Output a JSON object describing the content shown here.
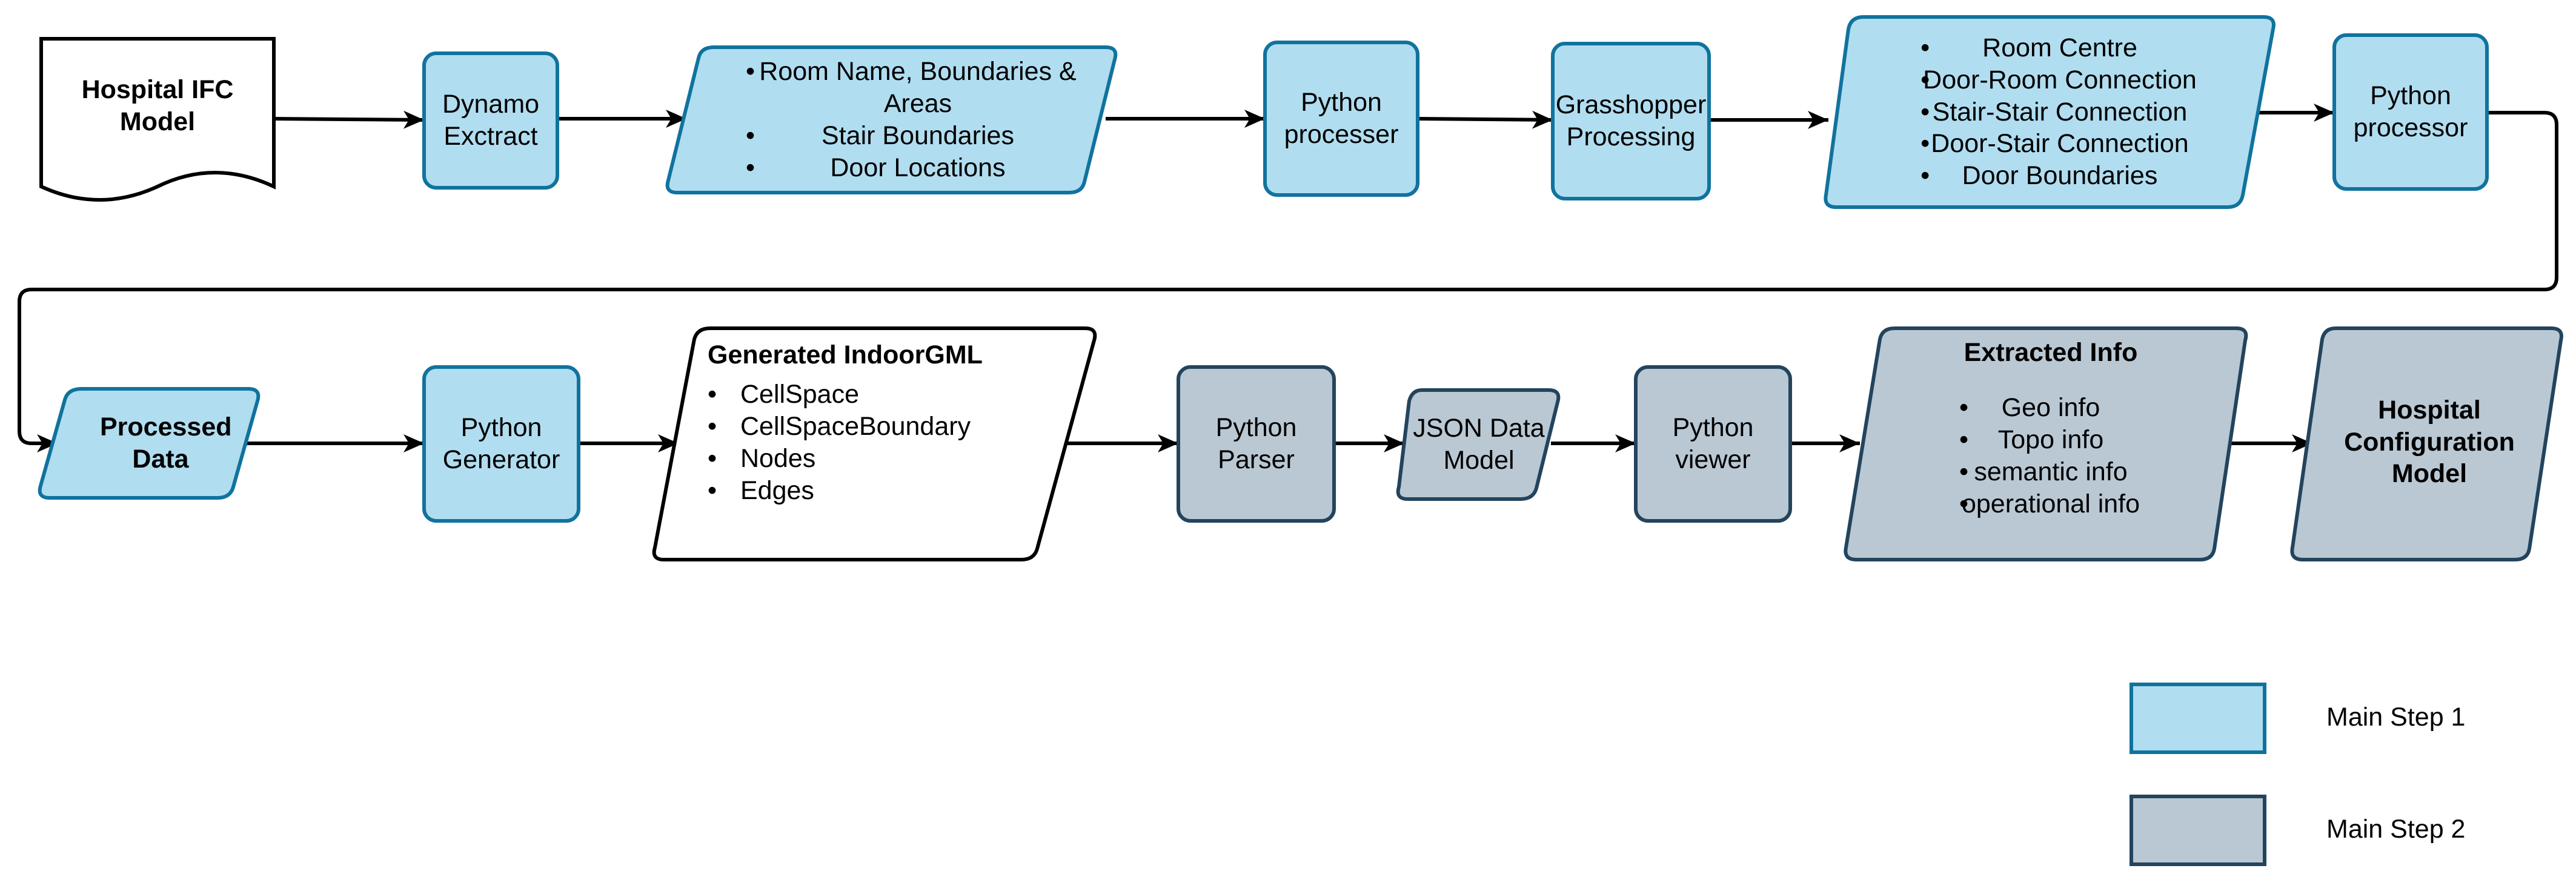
{
  "colors": {
    "step1_fill": "#b1ddf0",
    "step1_stroke": "#10739e",
    "step2_fill": "#bac8d3",
    "step2_stroke": "#23445d",
    "plain_fill": "#ffffff",
    "plain_stroke": "#000000",
    "arrow": "#000000"
  },
  "nodes": {
    "hospital_ifc": {
      "label": "Hospital IFC Model"
    },
    "dynamo": {
      "label": "Dynamo Exctract"
    },
    "extracted_items": {
      "items": [
        "Room Name, Boundaries & Areas",
        "Stair Boundaries",
        "Door Locations"
      ]
    },
    "python_processer": {
      "label": "Python processer"
    },
    "grasshopper": {
      "label": "Grasshopper Processing"
    },
    "connections": {
      "items": [
        "Room Centre",
        "Door-Room Connection",
        "Stair-Stair Connection",
        "Door-Stair Connection",
        "Door Boundaries"
      ]
    },
    "python_processor": {
      "label": "Python processor"
    },
    "processed_data": {
      "label": "Processed Data"
    },
    "python_generator": {
      "label": "Python Generator"
    },
    "indoorgml": {
      "title": "Generated IndoorGML",
      "items": [
        "CellSpace",
        "CellSpaceBoundary",
        "Nodes",
        "Edges"
      ]
    },
    "python_parser": {
      "label": "Python Parser"
    },
    "json_model": {
      "label": "JSON Data Model"
    },
    "python_viewer": {
      "label": "Python viewer"
    },
    "extracted_info": {
      "title": "Extracted Info",
      "items": [
        "Geo info",
        "Topo info",
        "semantic info",
        "operational info"
      ]
    },
    "hospital_config": {
      "label": "Hospital Configuration Model"
    }
  },
  "legend": {
    "step1": "Main Step 1",
    "step2": "Main Step 2"
  }
}
